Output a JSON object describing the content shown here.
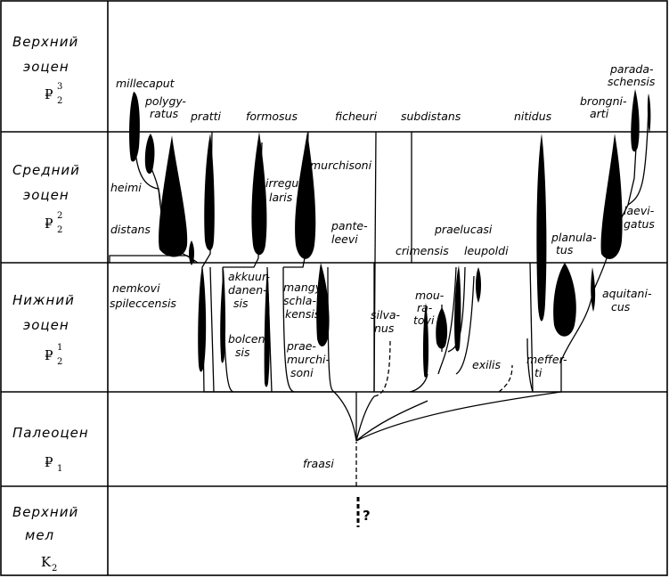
{
  "periods": [
    {
      "line1": "Верхний",
      "line2": "эоцен",
      "idx": "₽",
      "sub": "2",
      "sup": "3"
    },
    {
      "line1": "Средний",
      "line2": "эоцен",
      "idx": "₽",
      "sub": "2",
      "sup": "2"
    },
    {
      "line1": "Нижний",
      "line2": "эоцен",
      "idx": "₽",
      "sub": "2",
      "sup": "1"
    },
    {
      "line1": "Палеоцен",
      "line2": "",
      "idx": "₽",
      "sub": "1",
      "sup": ""
    },
    {
      "line1": "Верхний",
      "line2": "мел",
      "idx": "K",
      "sub": "2",
      "sup": ""
    }
  ],
  "species": {
    "millecaput": "millecaput",
    "polygyratus_1": "polygy-",
    "polygyratus_2": "ratus",
    "pratti": "pratti",
    "formosus": "formosus",
    "ficheuri": "ficheuri",
    "subdistans": "subdistans",
    "nitidus": "nitidus",
    "brongniarti_1": "brongni-",
    "brongniarti_2": "arti",
    "paradaschensis_1": "parada-",
    "paradaschensis_2": "schensis",
    "heimi": "heimi",
    "distans": "distans",
    "irregularis_1": "irregu-",
    "irregularis_2": "laris",
    "murchisoni": "murchisoni",
    "panteleevi_1": "pante-",
    "panteleevi_2": "leevi",
    "praelucasi": "praelucasi",
    "crimensis": "crimensis",
    "leupoldi": "leupoldi",
    "planulatus_1": "planula-",
    "planulatus_2": "tus",
    "laevigatus_1": "laevi-",
    "laevigatus_2": "gatus",
    "nemkovi": "nemkovi",
    "spileccensis": "spileccensis",
    "akkuurdanensis_1": "akkuur-",
    "akkuurdanensis_2": "danen-",
    "akkuurdanensis_3": "sis",
    "mangyschlakensis_1": "mangy-",
    "mangyschlakensis_2": "schla-",
    "mangyschlakensis_3": "kensis",
    "mouratovi_1": "mou-",
    "mouratovi_2": "ra-",
    "mouratovi_3": "tovi",
    "aquitanicus_1": "aquitani-",
    "aquitanicus_2": "cus",
    "silvanus_1": "silva-",
    "silvanus_2": "nus",
    "bolcensis_1": "bolcen-",
    "bolcensis_2": "sis",
    "praemurchisoni_1": "prae-",
    "praemurchisoni_2": "murchi-",
    "praemurchisoni_3": "soni",
    "exilis": "exilis",
    "mefferti_1": "meffer-",
    "mefferti_2": "ti",
    "fraasi": "fraasi",
    "question": "?"
  }
}
